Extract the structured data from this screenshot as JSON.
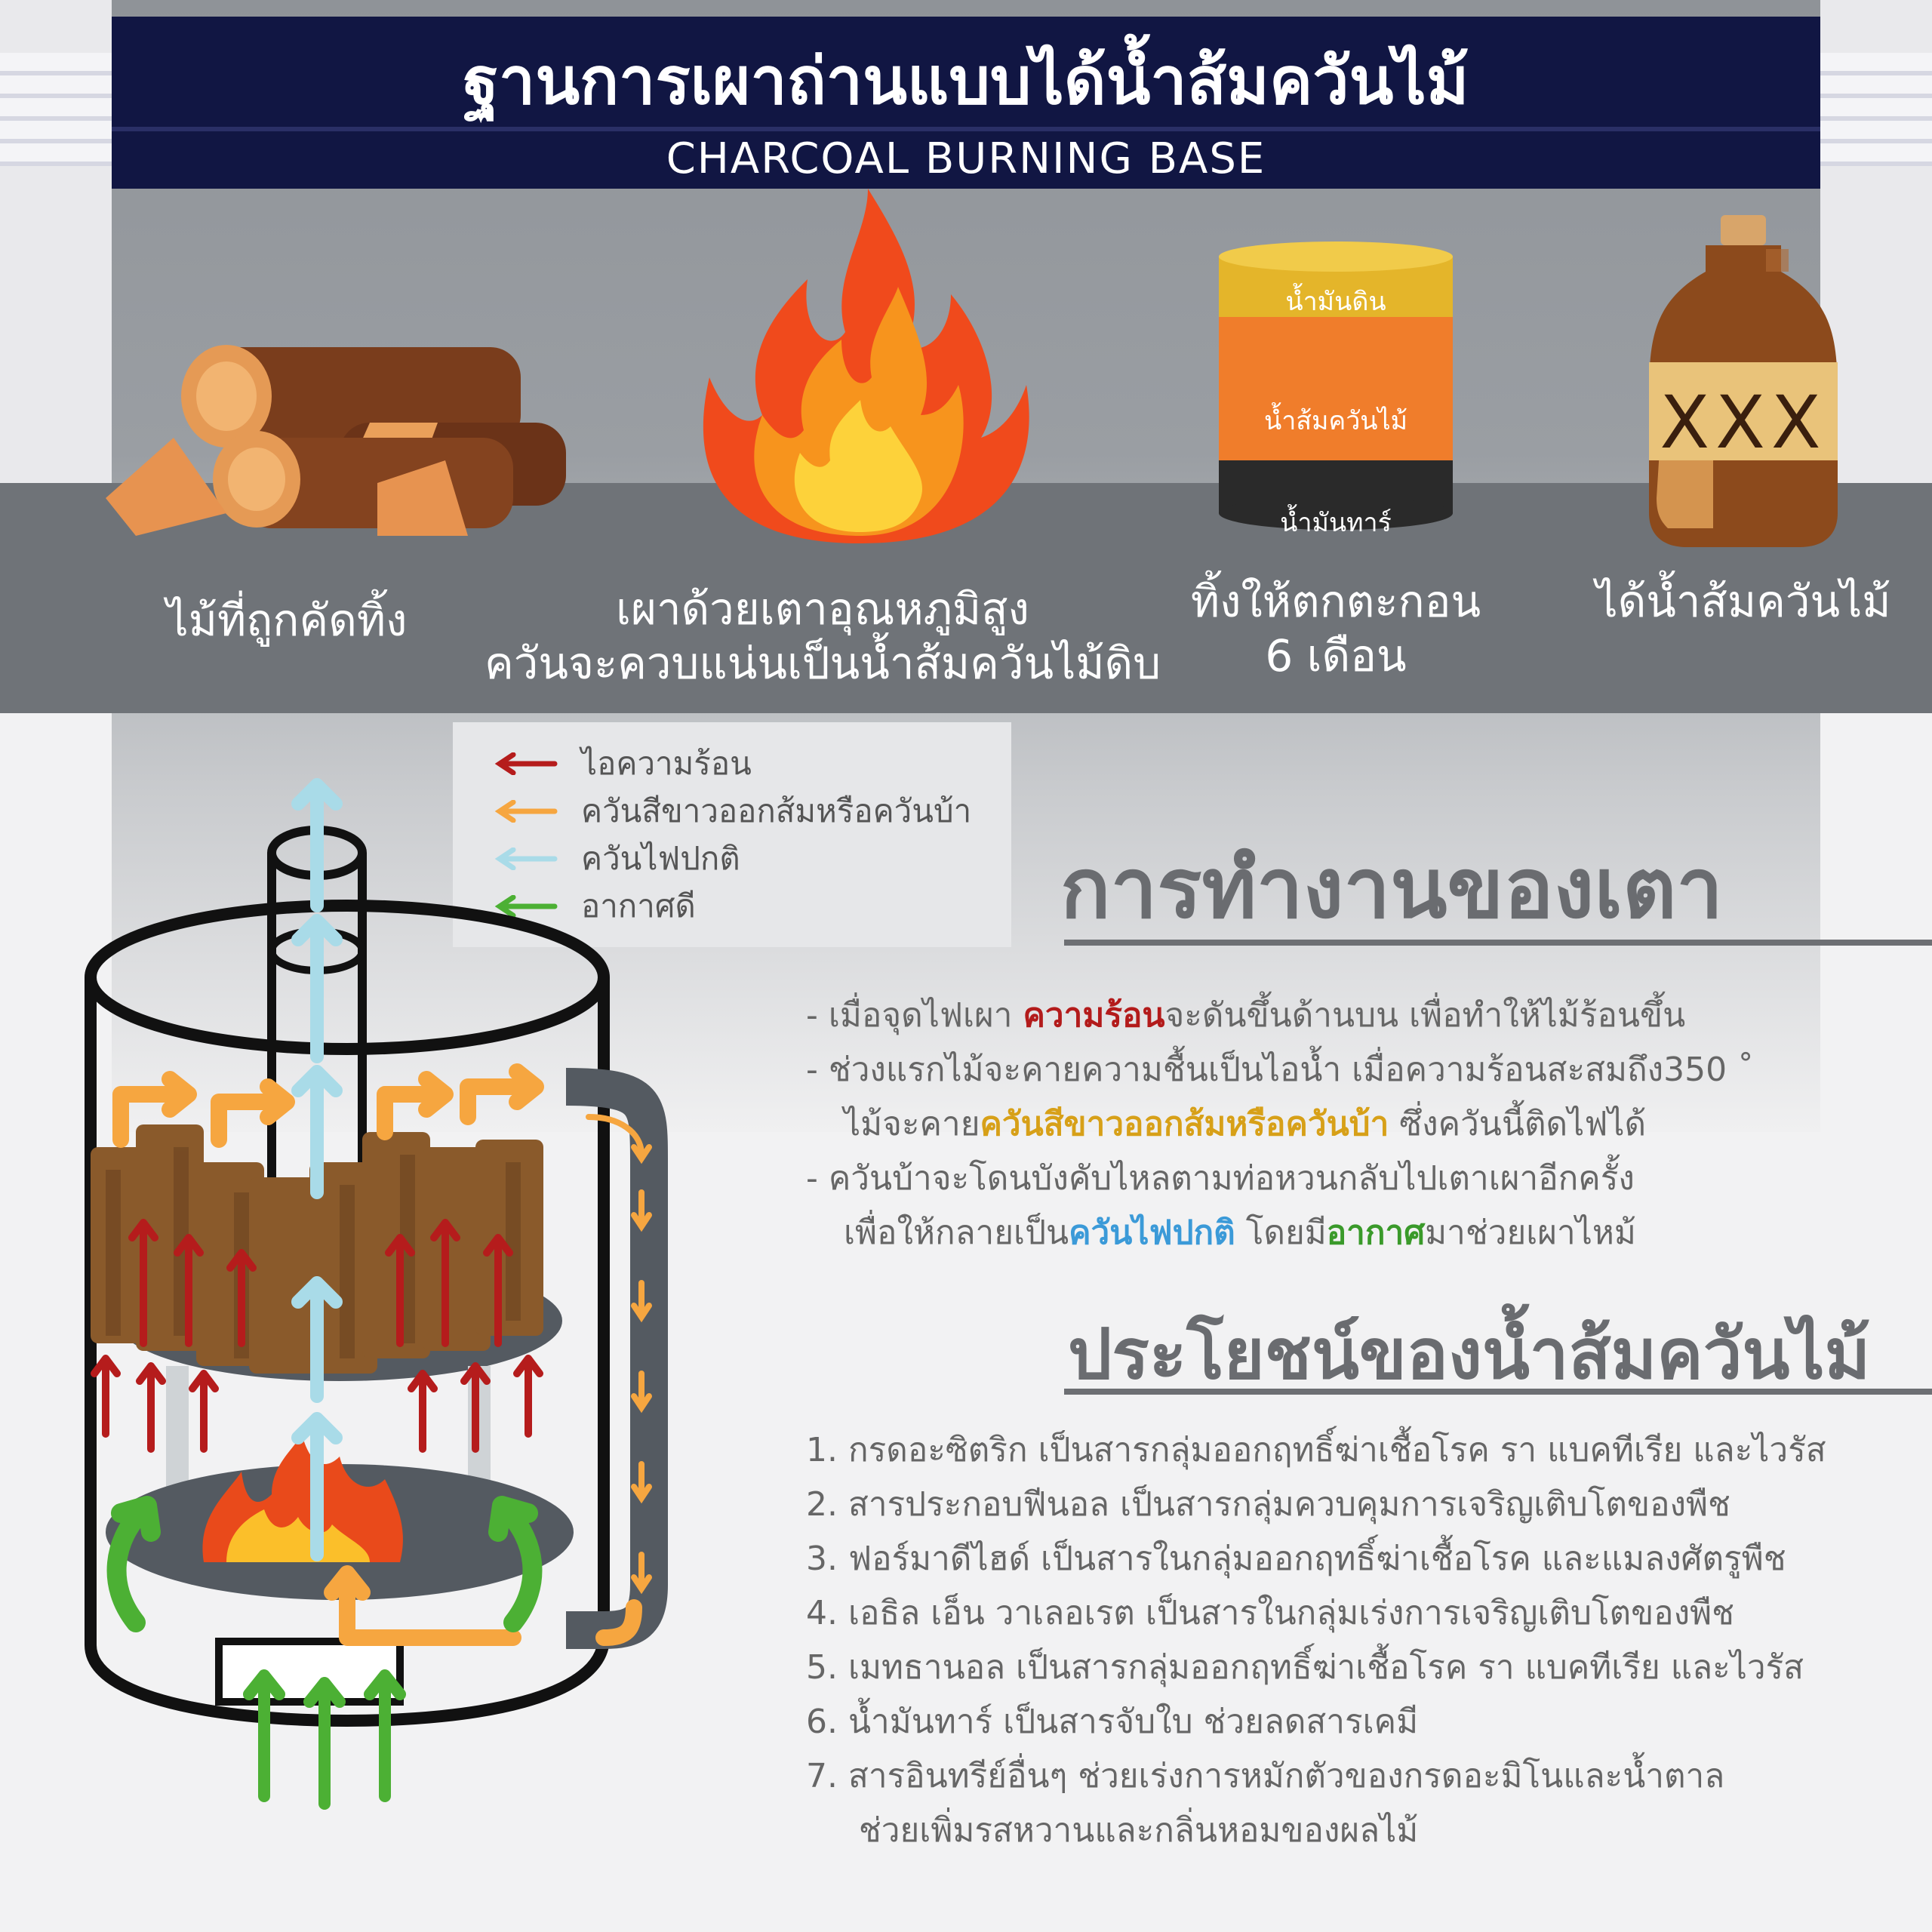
{
  "header": {
    "title": "ฐานการเผาถ่านแบบได้น้ำส้มควันไม้",
    "subtitle": "CHARCOAL BURNING BASE"
  },
  "steps": [
    {
      "caption_l1": "ไม้ที่ถูกคัดทิ้ง",
      "caption_l2": ""
    },
    {
      "caption_l1": "เผาด้วยเตาอุณหภูมิสูง",
      "caption_l2": "ควันจะควบแน่นเป็นน้ำส้มควันไม้ดิบ"
    },
    {
      "caption_l1": "ทิ้งให้ตกตะกอน",
      "caption_l2": "6  เดือน"
    },
    {
      "caption_l1": "ได้น้ำส้มควันไม้",
      "caption_l2": ""
    }
  ],
  "container_layers": {
    "top": "น้ำมันดิน",
    "middle": "น้ำส้มควันไม้",
    "bottom": "น้ำมันทาร์"
  },
  "bottle_label": "XXX",
  "legend": {
    "items": [
      {
        "label": "ไอความร้อน",
        "color": "#b51c1c"
      },
      {
        "label": "ควันสีขาวออกส้มหรือควันบ้า",
        "color": "#f6a640"
      },
      {
        "label": "ควันไฟปกติ",
        "color": "#a9dbe8"
      },
      {
        "label": "อากาศดี",
        "color": "#4cb034"
      }
    ]
  },
  "operation": {
    "heading": "การทำงานของเตา",
    "b1_pre": "-  เมื่อจุดไฟเผา ",
    "b1_hl": "ความร้อน",
    "b1_post": "จะดันขึ้นด้านบน  เพื่อทำให้ไม้ร้อนขึ้น",
    "b2_l1": "-  ช่วงแรกไม้จะคายความชื้นเป็นไอน้ำ  เมื่อความร้อนสะสมถึง350 ˚",
    "b2_pre": "ไม้จะคาย",
    "b2_hl": "ควันสีขาวออกส้มหรือควันบ้า",
    "b2_post": "  ซึ่งควันนี้ติดไฟได้",
    "b3_l1": "-  ควันบ้าจะโดนบังคับไหลตามท่อหวนกลับไปเตาเผาอีกครั้ง",
    "b3_pre": "เพื่อให้กลายเป็น",
    "b3_hl1": "ควันไฟปกติ",
    "b3_mid": "  โดยมี",
    "b3_hl2": "อากาศ",
    "b3_post": "มาช่วยเผาไหม้"
  },
  "benefits": {
    "heading": "ประโยชน์ของน้ำส้มควันไม้",
    "items": [
      "1.  กรดอะซิตริก  เป็นสารกลุ่มออกฤทธิ์ฆ่าเชื้อโรค  รา  แบคทีเรีย  และไวรัส",
      "2.  สารประกอบฟีนอล  เป็นสารกลุ่มควบคุมการเจริญเติบโตของพืช",
      "3.  ฟอร์มาดีไฮด์  เป็นสารในกลุ่มออกฤทธิ์ฆ่าเชื้อโรค  และแมลงศัตรูพืช",
      "4.  เอธิล  เอ็น  วาเลอเรต  เป็นสารในกลุ่มเร่งการเจริญเติบโตของพืช",
      "5.  เมทธานอล  เป็นสารกลุ่มออกฤทธิ์ฆ่าเชื้อโรค  รา  แบคทีเรีย  และไวรัส",
      "6.  น้ำมันทาร์  เป็นสารจับใบ  ช่วยลดสารเคมี",
      "7.  สารอินทรีย์อื่นๆ  ช่วยเร่งการหมักตัวของกรดอะมิโนและน้ำตาล",
      "     ช่วยเพิ่มรสหวานและกลิ่นหอมของผลไม้"
    ]
  }
}
